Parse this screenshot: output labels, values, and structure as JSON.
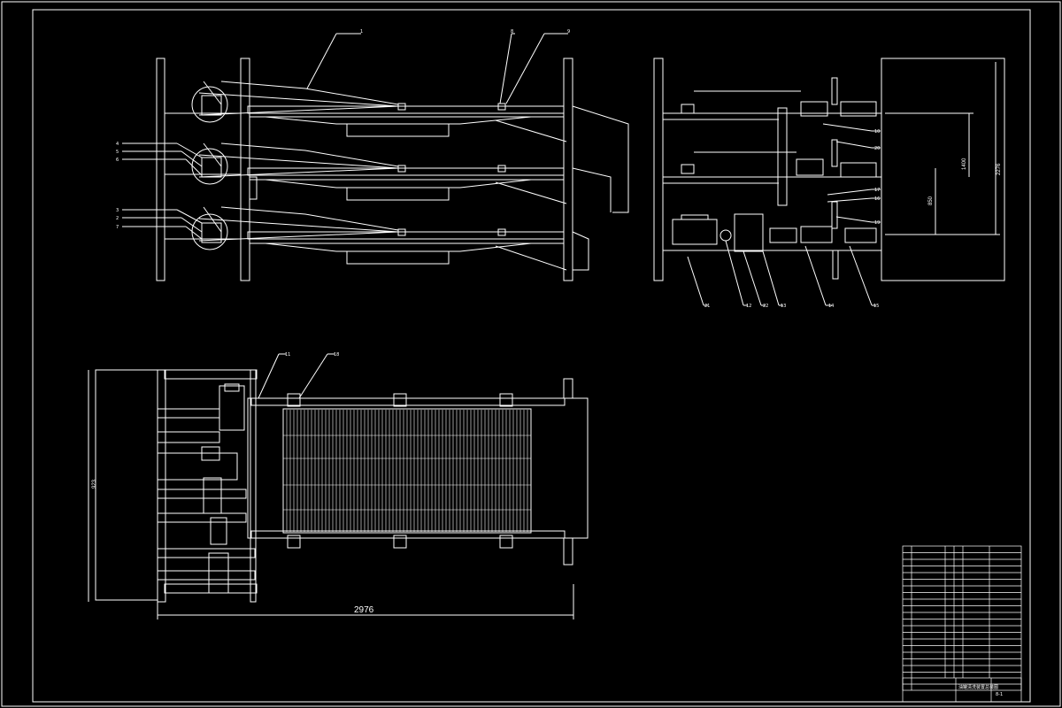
{
  "drawing": {
    "dimensions": {
      "overall_length": "2976",
      "overall_width": "923",
      "right_height_a": "850",
      "right_height_b": "1400",
      "right_height_c": "2276"
    },
    "callouts": {
      "side_view_top": [
        "1",
        "8",
        "9"
      ],
      "side_view_left": [
        "4",
        "5",
        "6",
        "3",
        "2",
        "7"
      ],
      "plan_view": [
        "11",
        "18"
      ],
      "end_view_right": [
        "10",
        "20",
        "17",
        "16",
        "19"
      ],
      "end_view_bottom": [
        "21",
        "12",
        "22",
        "13",
        "14",
        "15"
      ]
    },
    "title_block": {
      "drawing_number": "8-1",
      "drawing_title": "油罐清洗装置总装图"
    }
  },
  "colors": {
    "background": "#000000",
    "lines": "#ffffff"
  }
}
